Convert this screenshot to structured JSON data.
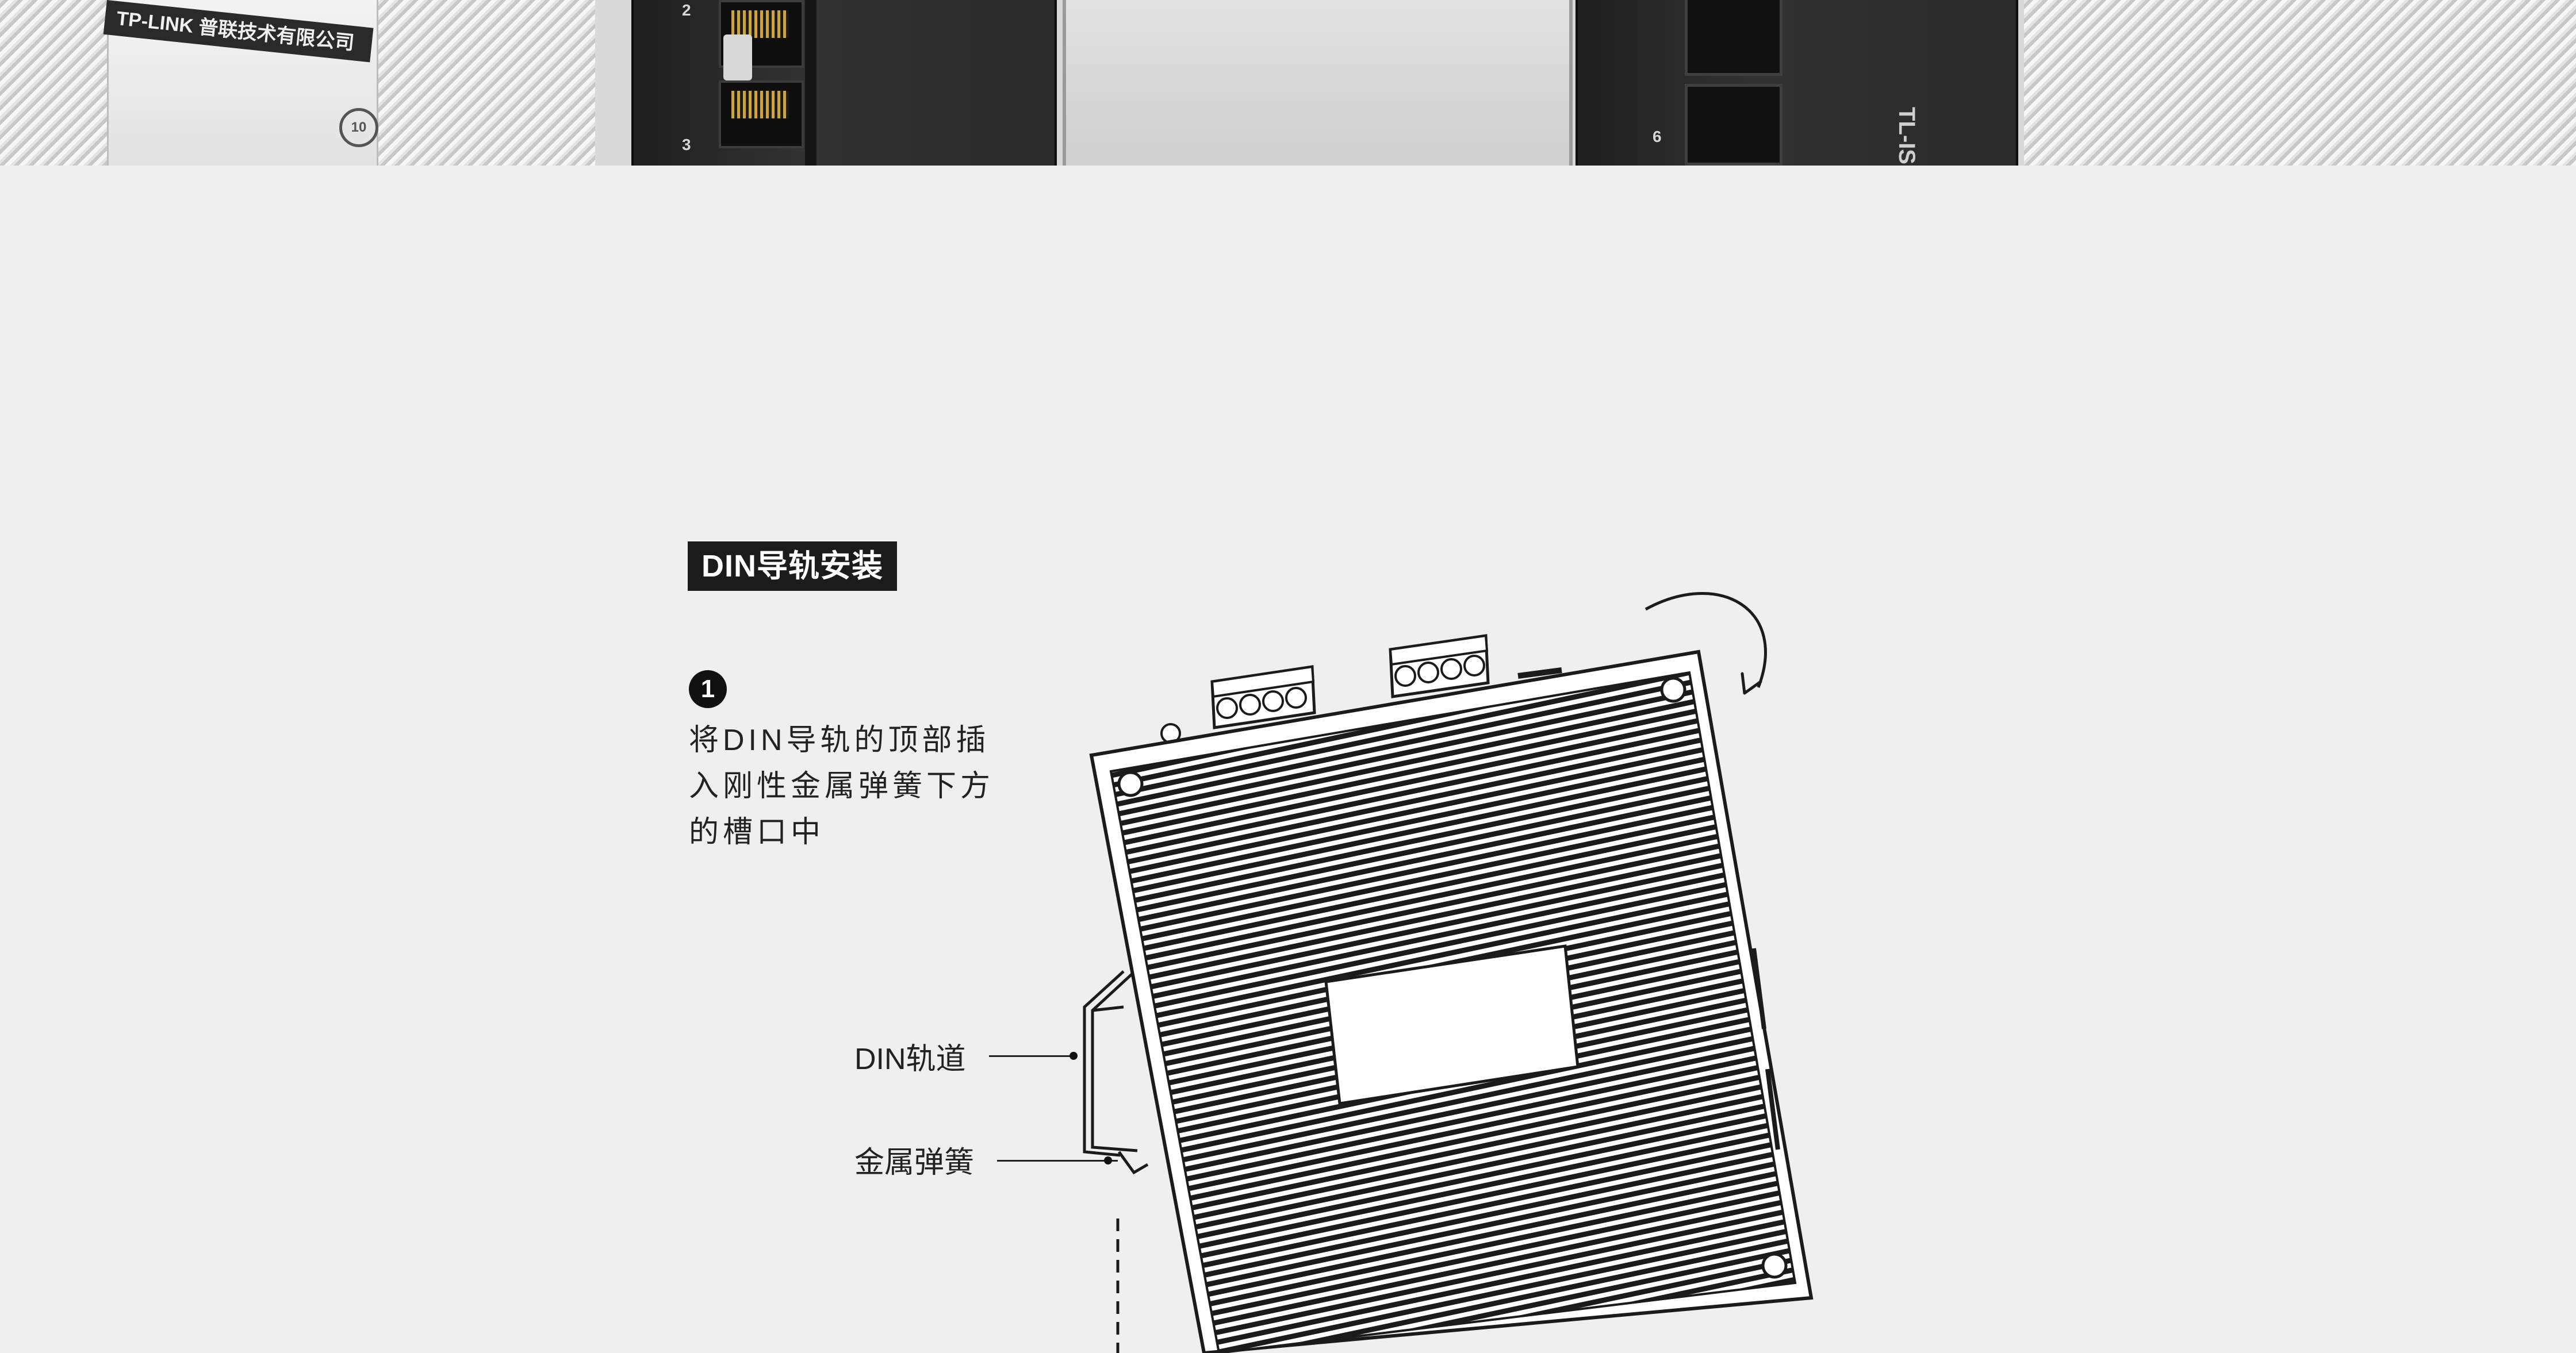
{
  "photo_strip": {
    "company_label": "TP-LINK 普联技术有限公司",
    "cert_mark": "10",
    "port_labels": [
      "2",
      "3",
      "6"
    ],
    "model_vertical": "TL-IS"
  },
  "section": {
    "title": "DIN导轨安装"
  },
  "step1": {
    "number": "1",
    "text": "将DIN导轨的顶部插入刚性金属弹簧下方的槽口中"
  },
  "callouts": {
    "rail": "DIN轨道",
    "spring": "金属弹簧"
  },
  "colors": {
    "background": "#efefef",
    "ink": "#1b1b1b",
    "badge_text": "#ffffff"
  },
  "icons": {
    "rotation_arrow": "curved-arrow-clockwise-icon",
    "step_marker": "filled-circle-number-icon"
  }
}
